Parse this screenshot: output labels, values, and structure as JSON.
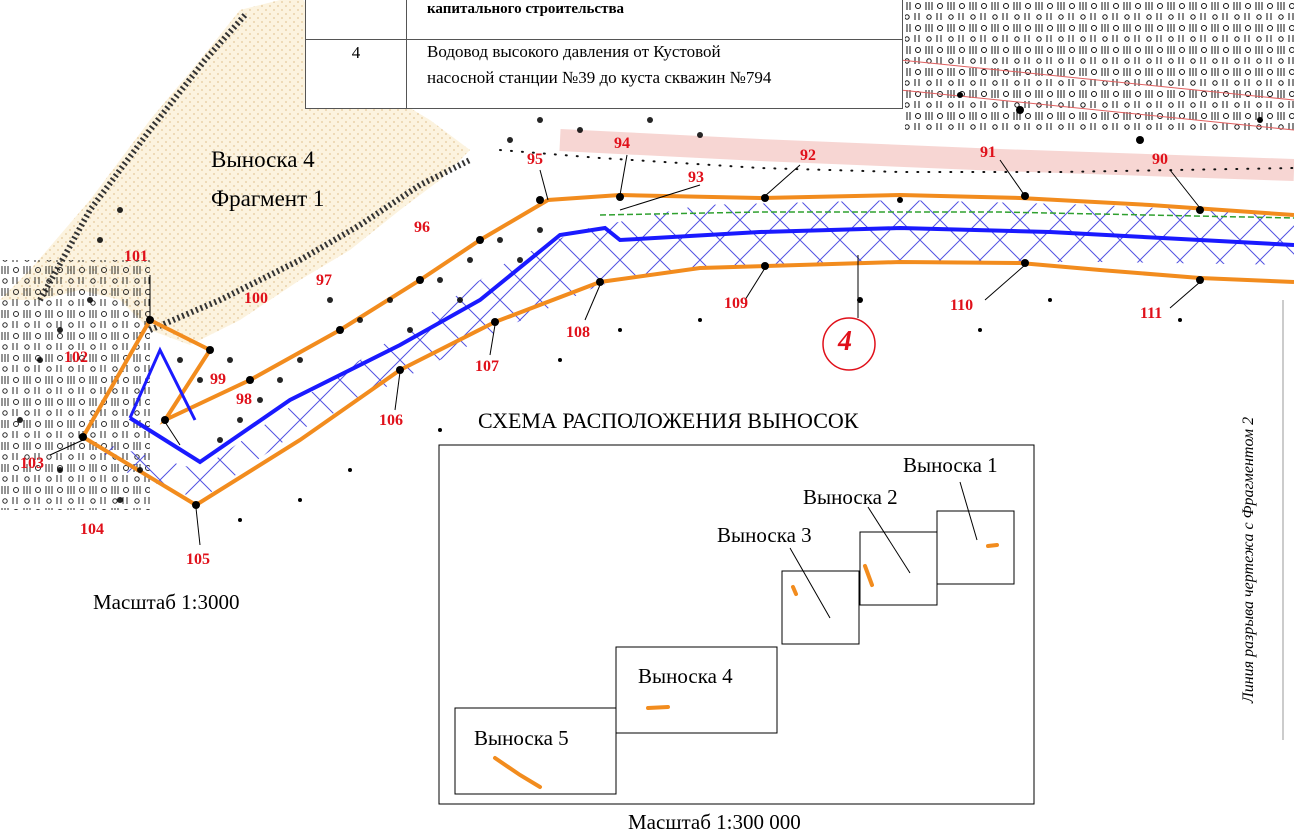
{
  "legend": {
    "header_fragment": "капитального строительства",
    "number": "4",
    "description_line1": "Водовод высокого давления от Кустовой",
    "description_line2": "насосной станции №39 до куста скважин №794"
  },
  "callout_title_line1": "Выноска 4",
  "callout_title_line2": "Фрагмент 1",
  "object_marker": "4",
  "scale_main": "Масштаб 1:3000",
  "schema": {
    "title": "СХЕМА РАСПОЛОЖЕНИЯ ВЫНОСОК",
    "callouts": [
      "Выноска 1",
      "Выноска 2",
      "Выноска 3",
      "Выноска 4",
      "Выноска 5"
    ],
    "scale": "Масштаб 1:300 000"
  },
  "side_note": "Линия разрыва чертежа с Фрагментом 2",
  "point_labels": [
    "90",
    "91",
    "92",
    "93",
    "94",
    "95",
    "96",
    "97",
    "98",
    "99",
    "100",
    "101",
    "102",
    "103",
    "104",
    "105",
    "106",
    "107",
    "108",
    "109",
    "110",
    "111"
  ],
  "colors": {
    "boundary": "#f28c1e",
    "pipeline": "#1a1aff",
    "point_label": "#e0101a",
    "hatch": "#2a2ae0",
    "sand_fill": "#fbf0d8"
  }
}
